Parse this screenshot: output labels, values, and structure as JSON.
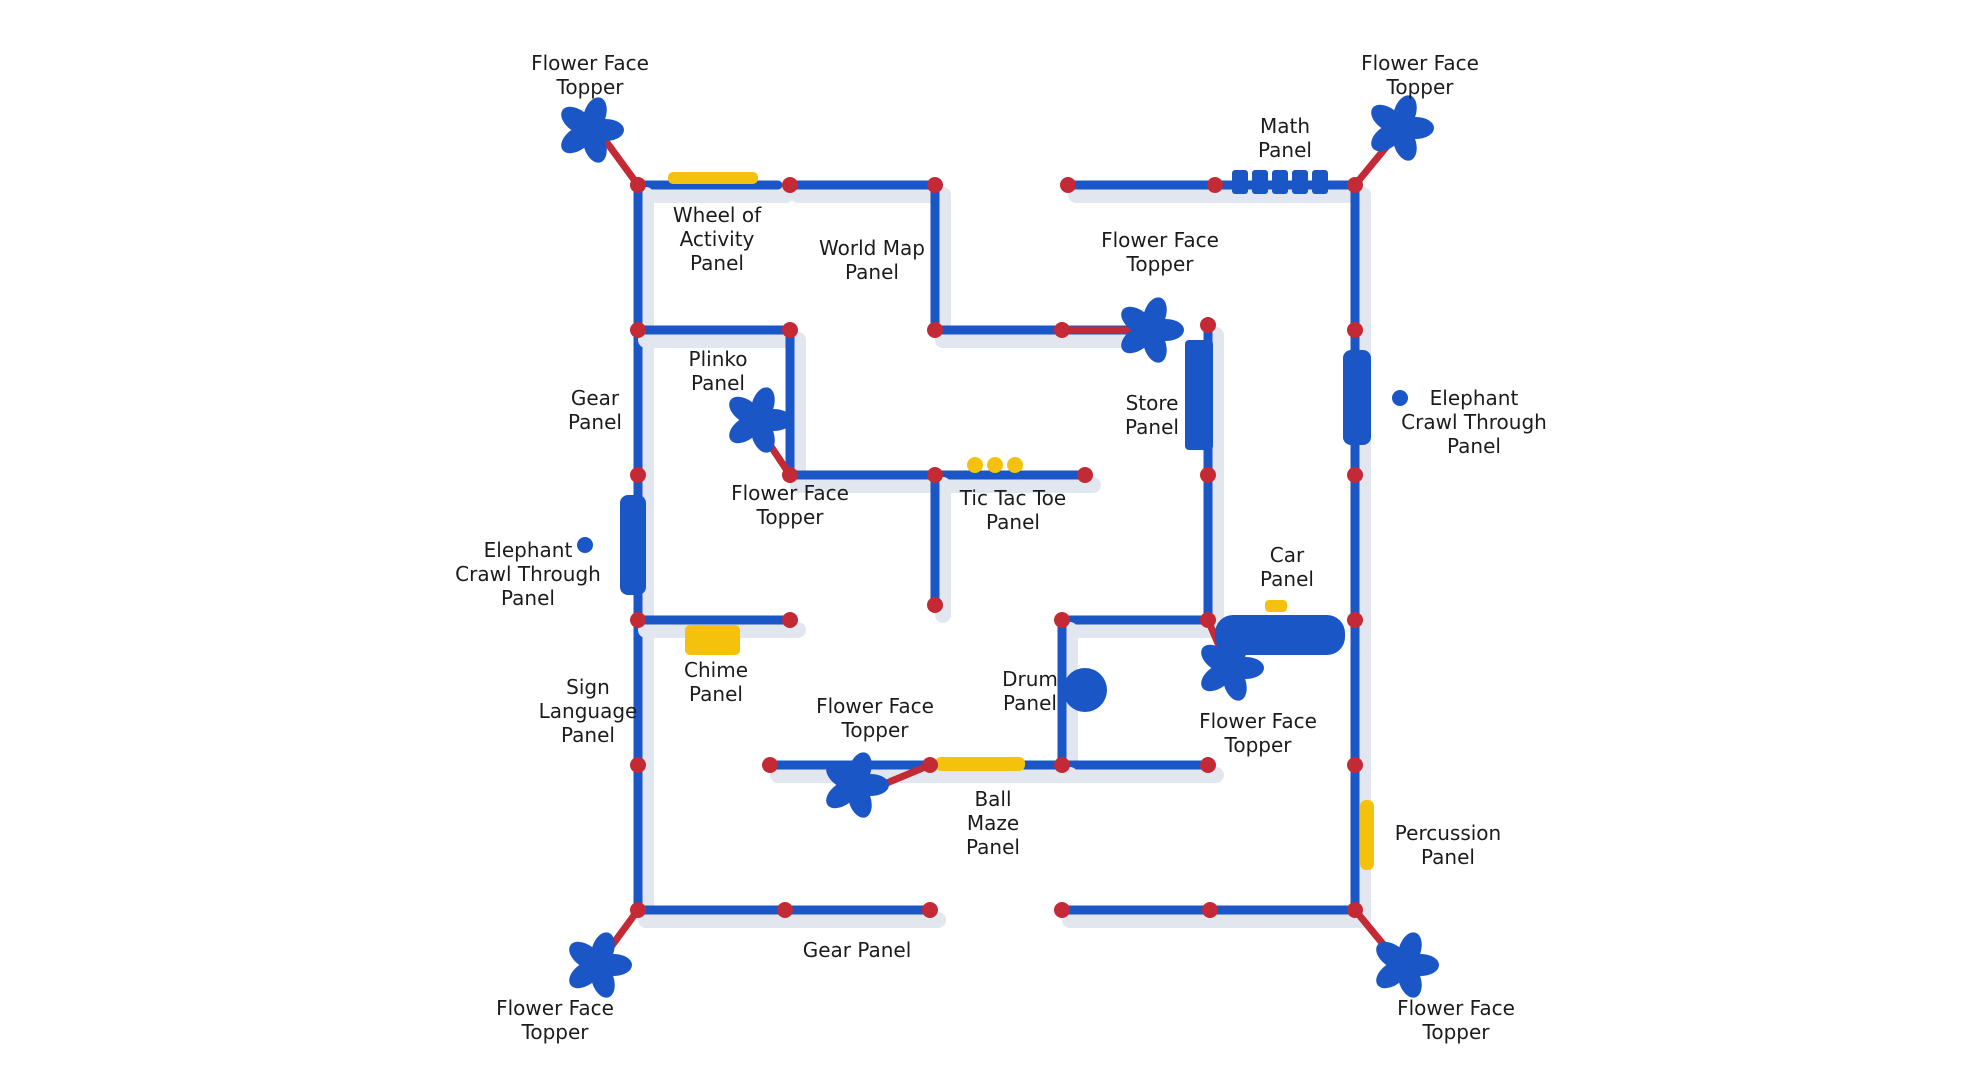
{
  "colors": {
    "panel_blue": "#1b56c6",
    "post_red": "#c42a35",
    "accent_yellow": "#f4c20d",
    "shadow": "#e2e7ef",
    "label_text": "#1c1c1c"
  },
  "labels": {
    "flower_face_topper_nw": "Flower Face\nTopper",
    "flower_face_topper_ne": "Flower Face\nTopper",
    "math_panel": "Math\nPanel",
    "wheel_of_activity_panel": "Wheel of\nActivity\nPanel",
    "world_map_panel": "World Map\nPanel",
    "flower_face_topper_store": "Flower Face\nTopper",
    "plinko_panel": "Plinko\nPanel",
    "gear_panel_left": "Gear\nPanel",
    "store_panel": "Store\nPanel",
    "elephant_crawl_through_panel_right": "Elephant\nCrawl Through\nPanel",
    "flower_face_topper_plinko": "Flower Face\nTopper",
    "tic_tac_toe_panel": "Tic Tac Toe\nPanel",
    "elephant_crawl_through_panel_left": "Elephant\nCrawl Through\nPanel",
    "car_panel": "Car\nPanel",
    "chime_panel": "Chime\nPanel",
    "sign_language_panel": "Sign\nLanguage\nPanel",
    "drum_panel": "Drum\nPanel",
    "flower_face_topper_ball_maze": "Flower Face\nTopper",
    "flower_face_topper_car": "Flower Face\nTopper",
    "ball_maze_panel": "Ball\nMaze\nPanel",
    "percussion_panel": "Percussion\nPanel",
    "gear_panel_bottom": "Gear Panel",
    "flower_face_topper_sw": "Flower Face\nTopper",
    "flower_face_topper_se": "Flower Face\nTopper"
  }
}
